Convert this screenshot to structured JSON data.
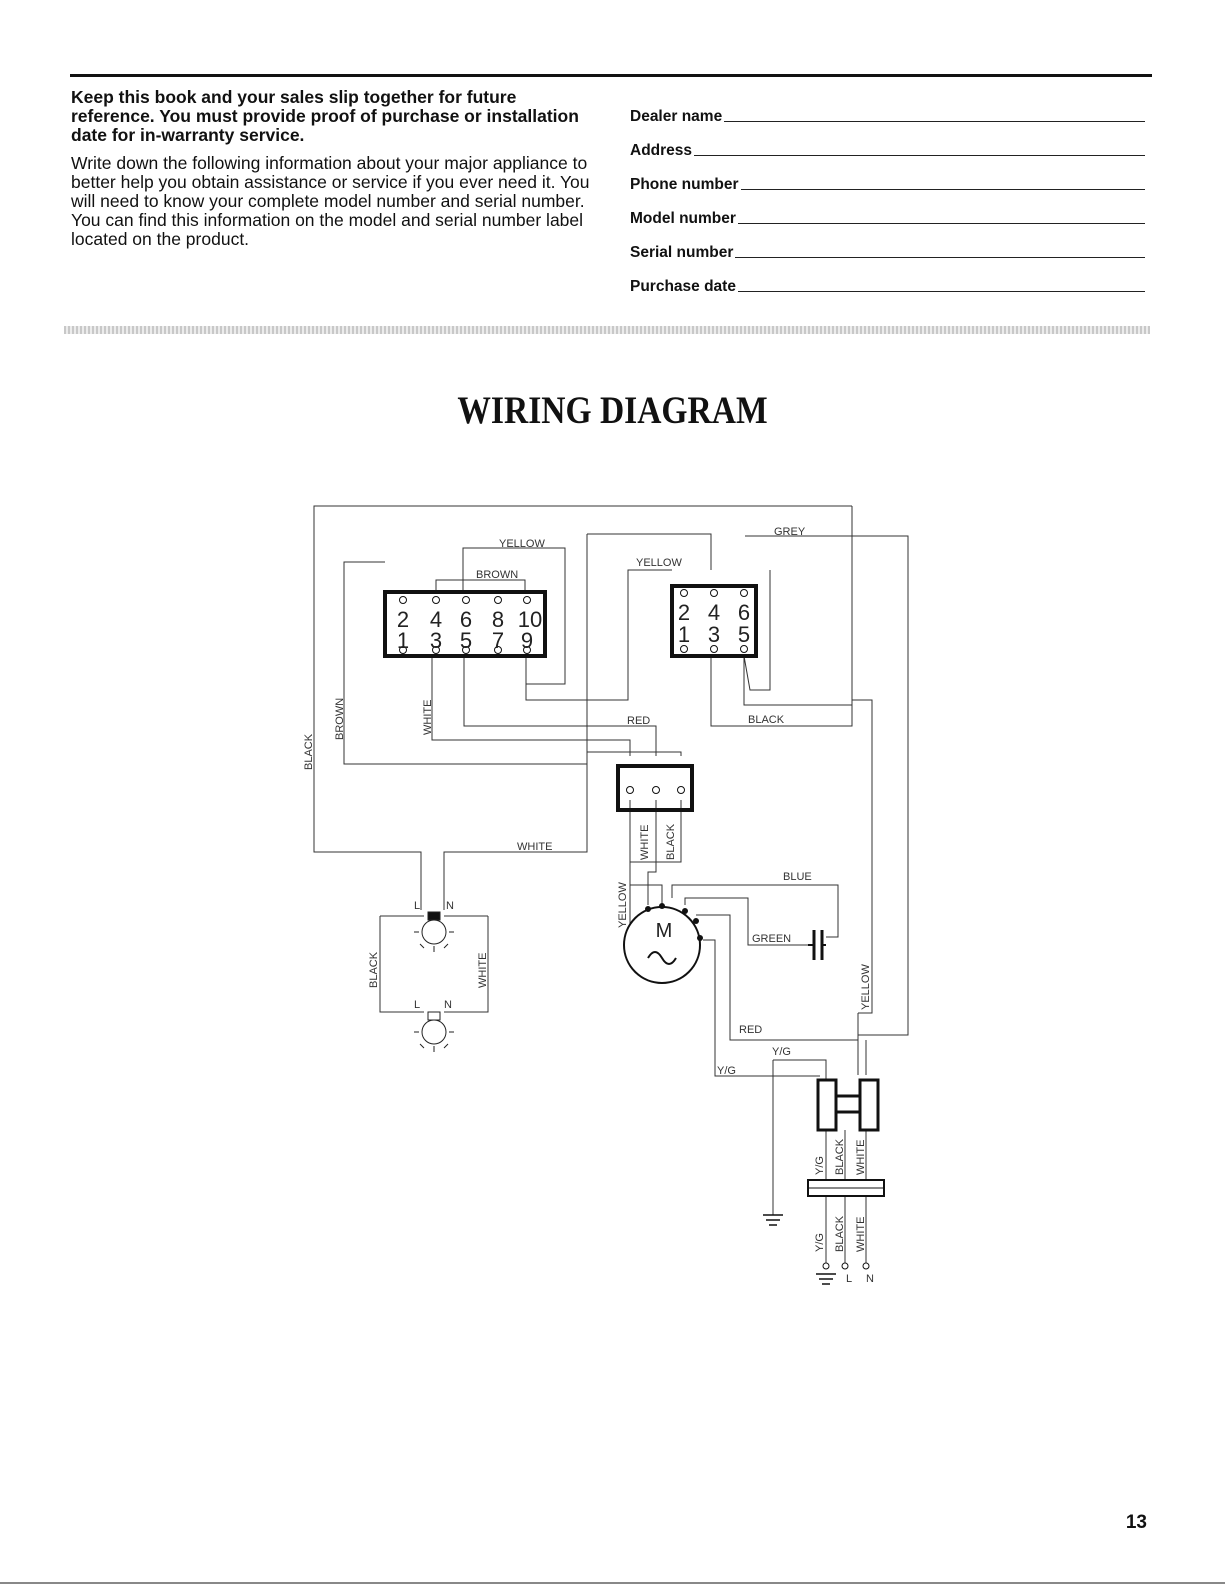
{
  "info": {
    "bold_note": "Keep this book and your sales slip together for future reference. You must provide proof of purchase or installation date for in-warranty service.",
    "body_note": "Write down the following information about your major appliance to better help you obtain assistance or service if you ever need it. You will need to know your complete model number and serial number. You can find this information on the model and serial number label located on the product."
  },
  "form": {
    "dealer_name": "Dealer name",
    "address": "Address",
    "phone_number": "Phone number",
    "model_number": "Model number",
    "serial_number": "Serial number",
    "purchase_date": "Purchase date"
  },
  "diagram": {
    "title": "WIRING DIAGRAM",
    "switch_left_top": [
      "2",
      "4",
      "6",
      "8",
      "10"
    ],
    "switch_left_bottom": [
      "1",
      "3",
      "5",
      "7",
      "9"
    ],
    "switch_right_top": [
      "2",
      "4",
      "6"
    ],
    "switch_right_bottom": [
      "1",
      "3",
      "5"
    ],
    "wires": {
      "yellow": "YELLOW",
      "brown": "BROWN",
      "grey": "GREY",
      "white": "WHITE",
      "black": "BLACK",
      "red": "RED",
      "blue": "BLUE",
      "green": "GREEN",
      "yg": "Y/G"
    },
    "terminals": {
      "l": "L",
      "n": "N"
    },
    "motor": "M"
  },
  "page_number": "13"
}
